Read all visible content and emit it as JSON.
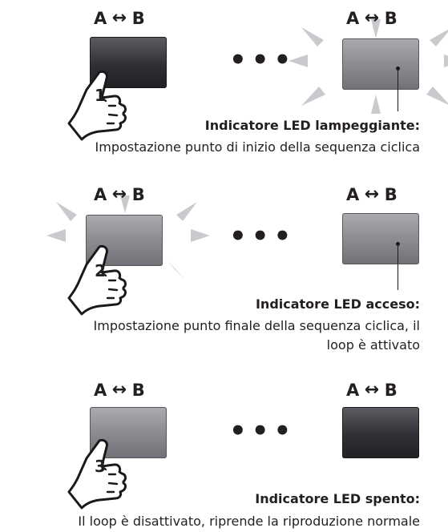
{
  "ab_label": {
    "a": "A",
    "arrow": "↔",
    "b": "B"
  },
  "dots": "•••",
  "steps": [
    {
      "finger": "1",
      "left_button": "dark",
      "right_button": "lit",
      "title": "Indicatore LED lampeggiante:",
      "desc": "Impostazione punto di inizio della sequenza ciclica"
    },
    {
      "finger": "2",
      "left_button": "lit",
      "right_button": "lit",
      "title": "Indicatore LED acceso:",
      "desc": "Impostazione punto finale della sequenza ciclica, il loop è attivato"
    },
    {
      "finger": "3",
      "left_button": "lit",
      "right_button": "dark",
      "title": "Indicatore LED spento:",
      "desc": "Il loop è disattivato, riprende la riproduzione normale"
    }
  ],
  "colors": {
    "text": "#231f20",
    "flash": "#c8cacd",
    "dark_button": "#2e3035",
    "lit_button": "#8b8d92"
  }
}
